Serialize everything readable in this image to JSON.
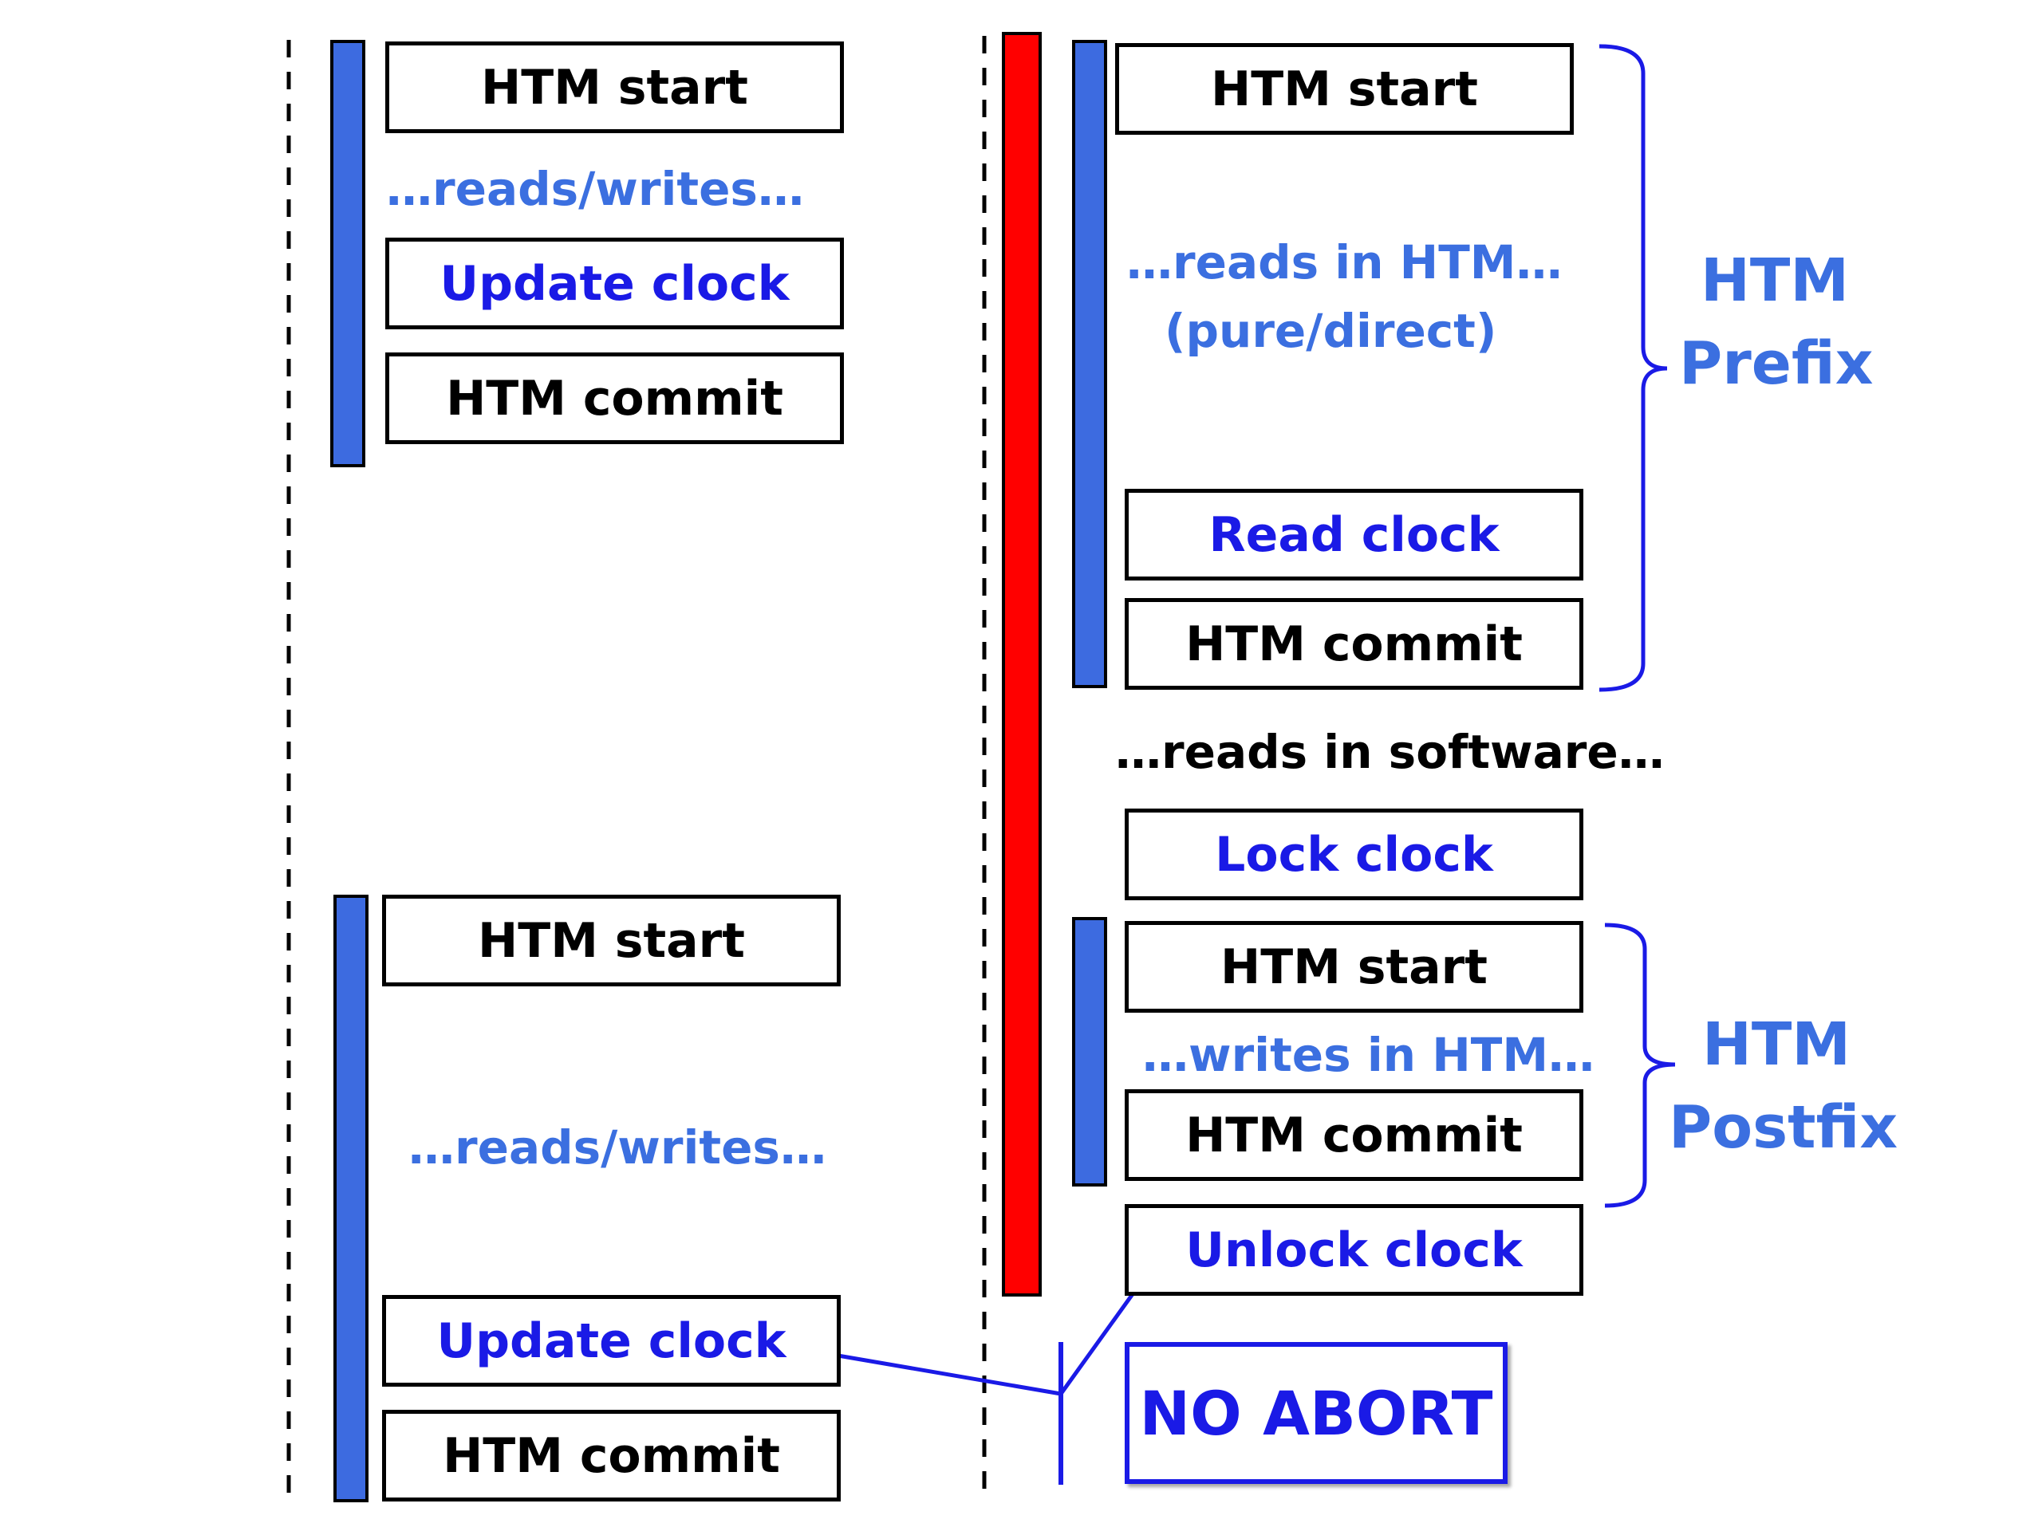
{
  "colors": {
    "htm_bar": "#3d6be0",
    "software_bar": "#ff0000",
    "accent_text": "#1a1ae6",
    "annotation_text": "#3b6fe0",
    "box_border": "#000000"
  },
  "left": {
    "tx1": {
      "start_label": "HTM start",
      "body_text": "…reads/writes…",
      "update_label": "Update clock",
      "commit_label": "HTM commit"
    },
    "tx2": {
      "start_label": "HTM start",
      "body_text": "…reads/writes…",
      "update_label": "Update clock",
      "commit_label": "HTM commit"
    }
  },
  "right": {
    "prefix": {
      "start_label": "HTM start",
      "reads_line1": "…reads in HTM…",
      "reads_line2": "(pure/direct)",
      "read_clock_label": "Read clock",
      "commit_label": "HTM commit",
      "brace_label_line1": "HTM",
      "brace_label_line2": "Prefix"
    },
    "software_reads": "…reads in software…",
    "lock_clock_label": "Lock clock",
    "postfix": {
      "start_label": "HTM start",
      "writes_text": "…writes in HTM…",
      "commit_label": "HTM commit",
      "brace_label_line1": "HTM",
      "brace_label_line2": "Postfix"
    },
    "unlock_clock_label": "Unlock clock"
  },
  "no_abort_label": "NO ABORT"
}
